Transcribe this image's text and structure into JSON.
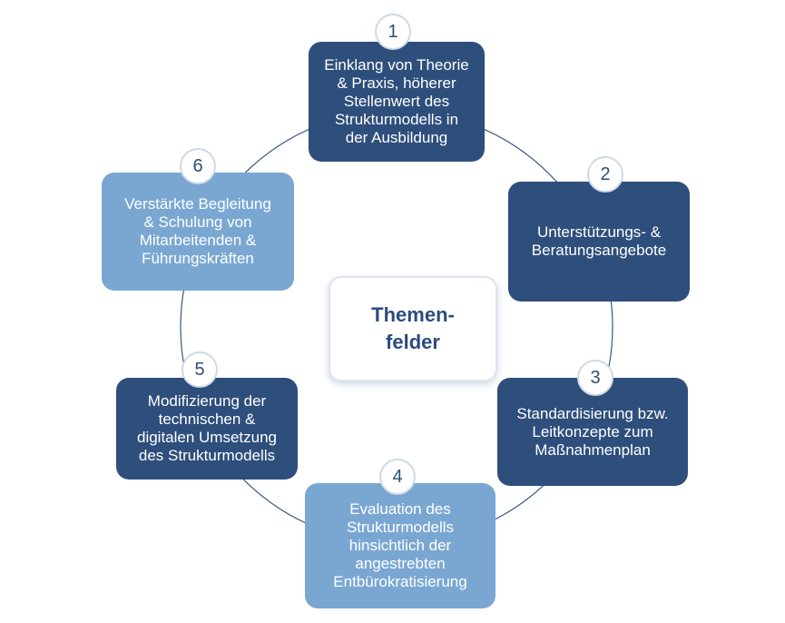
{
  "center_label": "Themen-\nfelder",
  "colors": {
    "dark": "#2e4e7c",
    "light": "#7aa7d2",
    "ring": "#3b5a85",
    "center_text": "#2b4c7e"
  },
  "topics": [
    {
      "number": "1",
      "text": "Einklang von Theorie\n& Praxis, höherer\nStellenwert des\nStrukturmodells in\nder Ausbildung",
      "style": "dark"
    },
    {
      "number": "2",
      "text": "Unterstützungs- &\nBeratungsangebote",
      "style": "dark"
    },
    {
      "number": "3",
      "text": "Standardisierung bzw.\nLeitkonzepte zum\nMaßnahmenplan",
      "style": "dark"
    },
    {
      "number": "4",
      "text": "Evaluation des\nStrukturmodells\nhinsichtlich der\nangestrebten\nEntbürokratisierung",
      "style": "light"
    },
    {
      "number": "5",
      "text": "Modifizierung der\ntechnischen &\ndigitalen Umsetzung\ndes Strukturmodells",
      "style": "dark"
    },
    {
      "number": "6",
      "text": "Verstärkte Begleitung\n& Schulung von\nMitarbeitenden &\nFührungskräften",
      "style": "light"
    }
  ]
}
